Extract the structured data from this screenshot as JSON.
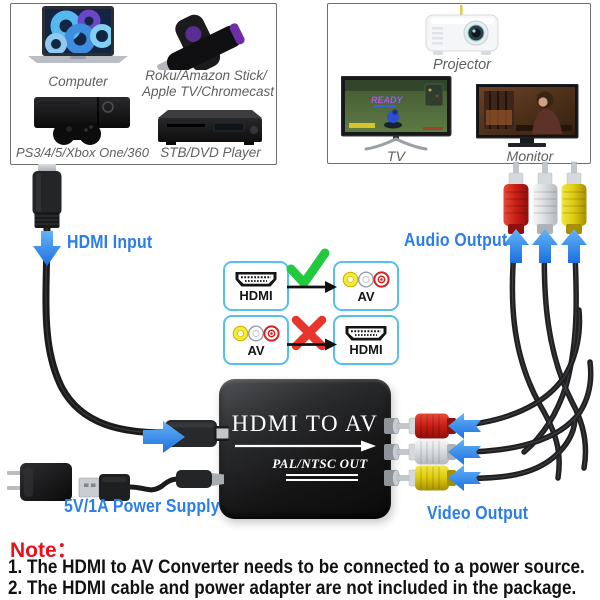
{
  "input_box": {
    "computer_label": "Computer",
    "streamer_label_line1": "Roku/Amazon Stick/",
    "streamer_label_line2": "Apple TV/Chromecast",
    "console_label": "PS3/4/5/Xbox One/360",
    "stb_label": "STB/DVD Player"
  },
  "output_box": {
    "projector_label": "Projector",
    "tv_label": "TV",
    "tv_screen_text": "READY",
    "monitor_label": "Monitor"
  },
  "annotations": {
    "hdmi_input": "HDMI Input",
    "audio_output": "Audio Output",
    "video_output": "Video Output",
    "power_supply": "5V/1A Power Supply"
  },
  "conversion_diagram": {
    "supported": {
      "from": "HDMI",
      "to": "AV"
    },
    "not_supported": {
      "from": "AV",
      "to": "HDMI"
    }
  },
  "converter": {
    "title": "HDMI TO AV",
    "subtitle": "PAL/NTSC OUT"
  },
  "note": {
    "heading": "Note：",
    "line1": "1. The HDMI to AV Converter needs to be connected to a power source.",
    "line2": "2. The HDMI cable and power adapter are not included in the package."
  },
  "colors": {
    "label_blue": "#2b7de9",
    "arrow_blue": "#2f8bef",
    "check_green": "#22c93d",
    "cross_red": "#e8352c",
    "note_red": "#e8111c",
    "diagram_border_blue": "#56bfee",
    "rca_red": "#d92c20",
    "rca_white": "#e9ebed",
    "rca_yellow": "#e8d922"
  }
}
